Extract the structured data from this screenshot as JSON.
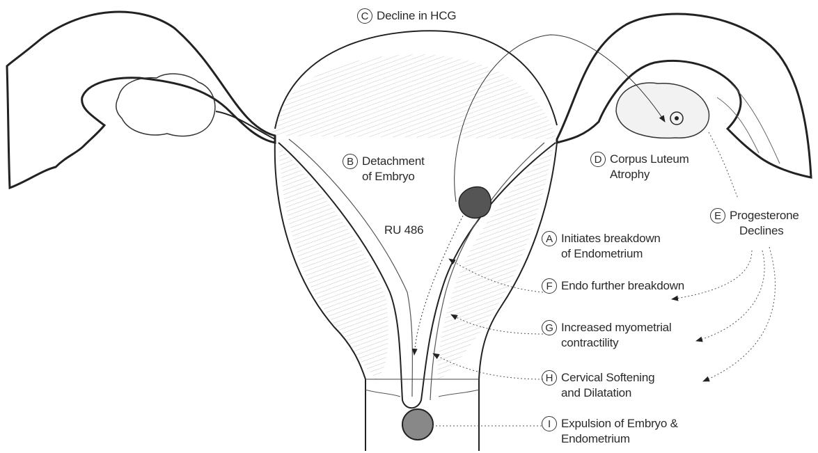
{
  "labels": {
    "c": {
      "letter": "C",
      "text": "Decline in HCG"
    },
    "b": {
      "letter": "B",
      "line1": "Detachment",
      "line2": "of Embryo"
    },
    "ru": {
      "text": "RU 486"
    },
    "d": {
      "letter": "D",
      "line1": "Corpus Luteum",
      "line2": "Atrophy"
    },
    "e": {
      "letter": "E",
      "line1": "Progesterone",
      "line2": "Declines"
    },
    "a": {
      "letter": "A",
      "line1": "Initiates breakdown",
      "line2": "of Endometrium"
    },
    "f": {
      "letter": "F",
      "text": "Endo further breakdown"
    },
    "g": {
      "letter": "G",
      "line1": "Increased myometrial",
      "line2": "contractility"
    },
    "h": {
      "letter": "H",
      "line1": "Cervical Softening",
      "line2": "and Dilatation"
    },
    "i": {
      "letter": "I",
      "line1": "Expulsion of Embryo &",
      "line2": "Endometrium"
    }
  },
  "colors": {
    "ink": "#222222",
    "background": "#ffffff"
  }
}
